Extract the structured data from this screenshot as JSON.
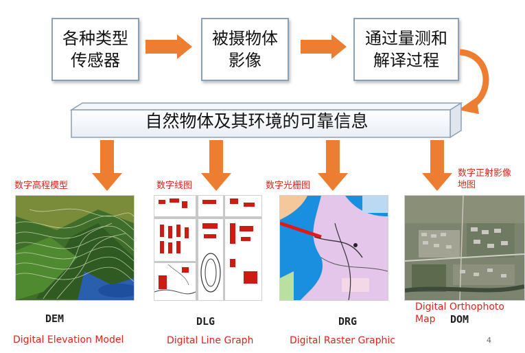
{
  "flow": {
    "step1": "各种类型\n传感器",
    "step2": "被摄物体\n影像",
    "step3": "通过量测和\n解译过程",
    "result": "自然物体及其环境的可靠信息"
  },
  "products": [
    {
      "cn": "数字高程模型",
      "abbr": "DEM",
      "en": "Digital Elevation Model"
    },
    {
      "cn": "数字线图",
      "abbr": "DLG",
      "en": "Digital Line Graph"
    },
    {
      "cn": "数字光栅图",
      "abbr": "DRG",
      "en": "Digital Raster Graphic"
    },
    {
      "cn": "数字正射影像\n地图",
      "abbr": "DOM",
      "en": "Digital Orthophoto\nMap"
    }
  ],
  "page_number": "4",
  "colors": {
    "arrow": "#ed7d31",
    "label_red": "#e0231a",
    "box_border": "#8aa0b8"
  }
}
